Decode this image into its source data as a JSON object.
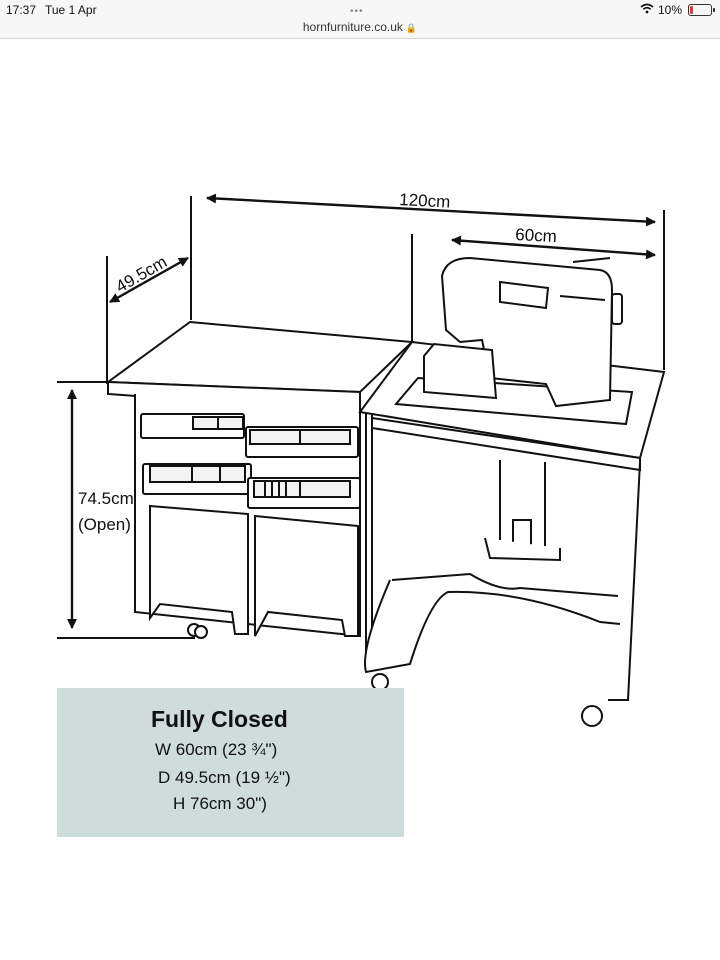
{
  "status_bar": {
    "time": "17:37",
    "date": "Tue 1 Apr",
    "battery": "10%"
  },
  "browser": {
    "url": "hornfurniture.co.uk",
    "dots": "•••"
  },
  "dimensions": {
    "width_total": "120cm",
    "width_top": "60cm",
    "depth": "49.5cm",
    "height_value": "74.5cm",
    "height_note": "(Open)"
  },
  "info": {
    "title": "Fully Closed",
    "width": "W 60cm (23 ¾\")",
    "depth": "D 49.5cm (19 ½\")",
    "height": "H 76cm 30\")"
  },
  "colors": {
    "info_bg": "#cfdcdc",
    "line": "#111111"
  }
}
